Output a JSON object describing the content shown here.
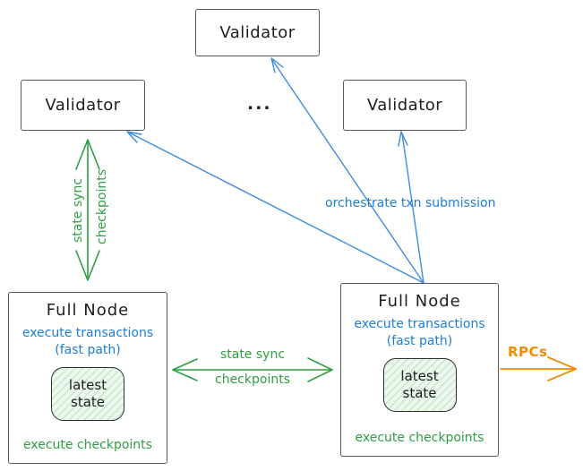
{
  "diagram": {
    "validators": [
      "Validator",
      "Validator",
      "Validator"
    ],
    "ellipsis": "...",
    "full_nodes": [
      {
        "title": "Full Node",
        "exec_line1": "execute transactions",
        "exec_line2": "(fast path)",
        "state_line1": "latest",
        "state_line2": "state",
        "footer": "execute checkpoints"
      },
      {
        "title": "Full Node",
        "exec_line1": "execute transactions",
        "exec_line2": "(fast path)",
        "state_line1": "latest",
        "state_line2": "state",
        "footer": "execute checkpoints"
      }
    ],
    "labels": {
      "state_sync_vertical_line1": "state sync",
      "state_sync_vertical_line2": "checkpoints",
      "state_sync_horizontal_line1": "state sync",
      "state_sync_horizontal_line2": "checkpoints",
      "orchestrate": "orchestrate txn submission",
      "rpcs": "RPCs"
    },
    "colors": {
      "green": "#2f9e44",
      "blue_text": "#1c7ed6",
      "blue_arrow": "#3d8be0",
      "orange": "#f08c00",
      "box_border": "#55585e",
      "text": "#1e1e1e",
      "state_box_fill": "#f2faf3"
    }
  }
}
